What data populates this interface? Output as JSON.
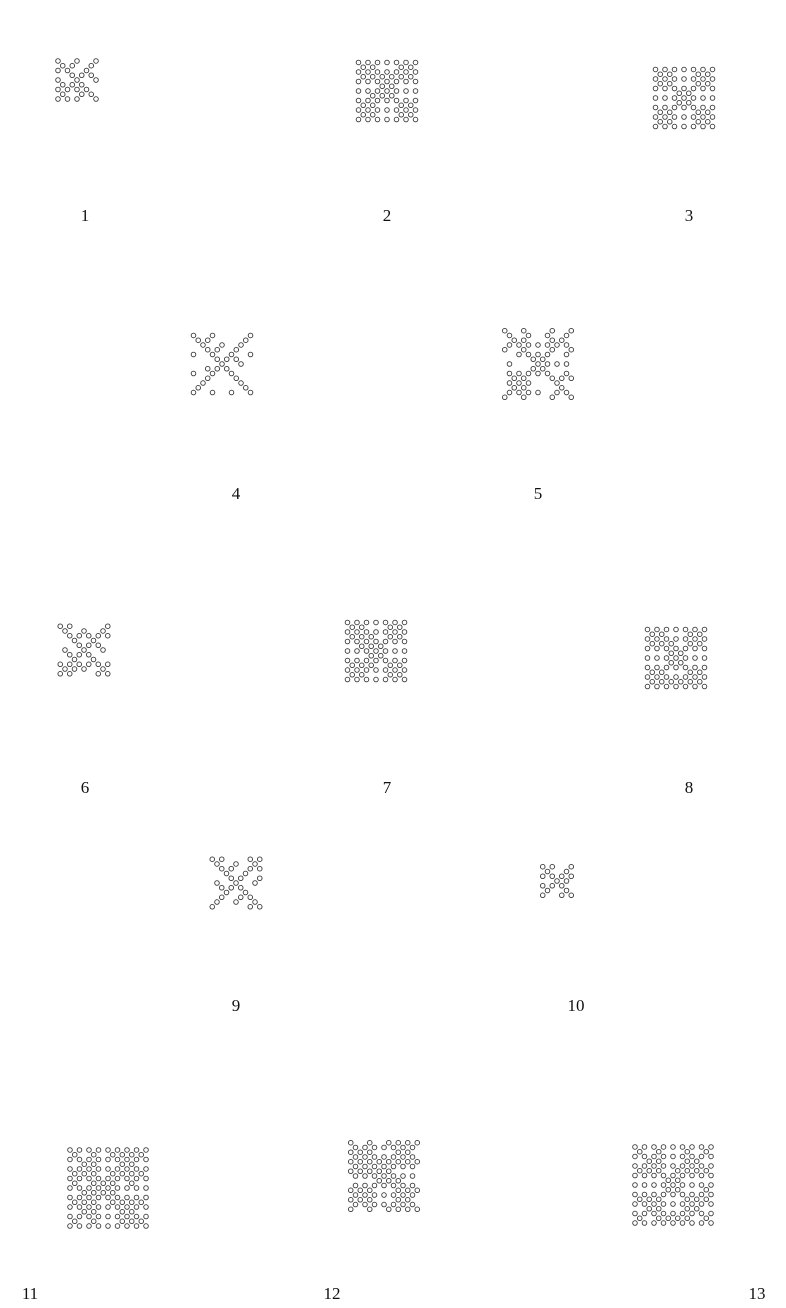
{
  "figures": [
    {
      "label": "1",
      "motif": "swastika-meander",
      "grid": 9,
      "style": "dense"
    },
    {
      "label": "2",
      "motif": "interlaced-hooks",
      "grid": 13,
      "style": "dense"
    },
    {
      "label": "3",
      "motif": "interlaced-hooks",
      "grid": 13,
      "style": "dense"
    },
    {
      "label": "4",
      "motif": "swastika-meander",
      "grid": 13,
      "style": "sparse"
    },
    {
      "label": "5",
      "motif": "interlaced-hooks",
      "grid": 15,
      "style": "sparse"
    },
    {
      "label": "6",
      "motif": "swastika-meander",
      "grid": 11,
      "style": "dense"
    },
    {
      "label": "7",
      "motif": "interlaced-hooks",
      "grid": 13,
      "style": "dense"
    },
    {
      "label": "8",
      "motif": "interlaced-hooks",
      "grid": 13,
      "style": "dense"
    },
    {
      "label": "9",
      "motif": "swastika-meander",
      "grid": 11,
      "style": "medium"
    },
    {
      "label": "10",
      "motif": "swastika-meander",
      "grid": 7,
      "style": "dense"
    },
    {
      "label": "11",
      "motif": "interlaced-hooks",
      "grid": 17,
      "style": "dense"
    },
    {
      "label": "12",
      "motif": "interlaced-hooks",
      "grid": 15,
      "style": "dense"
    },
    {
      "label": "13",
      "motif": "interlaced-hooks",
      "grid": 17,
      "style": "dense"
    }
  ],
  "colors": {
    "ring_stroke": "#3a3a3a",
    "ring_fill": "#ffffff",
    "label": "#111111",
    "background": "#ffffff"
  }
}
